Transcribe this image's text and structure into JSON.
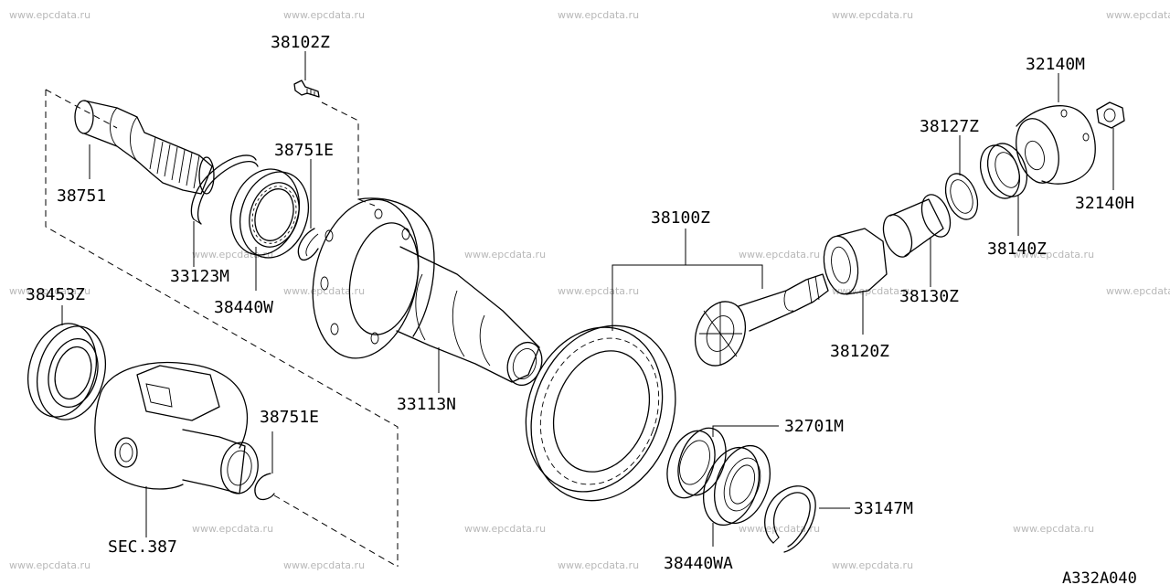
{
  "watermark": "www.epcdata.ru",
  "diagram_code": "A332A040",
  "parts": {
    "p38102Z": "38102Z",
    "p38751": "38751",
    "p38751E_top": "38751E",
    "p33123M": "33123M",
    "p38440W": "38440W",
    "p38453Z": "38453Z",
    "p33113N": "33113N",
    "p38751E_bottom": "38751E",
    "pSEC387": "SEC.387",
    "p38100Z": "38100Z",
    "p38120Z": "38120Z",
    "p38130Z": "38130Z",
    "p38127Z": "38127Z",
    "p38140Z": "38140Z",
    "p32140M": "32140M",
    "p32140H": "32140H",
    "p32701M": "32701M",
    "p33147M": "33147M",
    "p38440WA": "38440WA"
  }
}
